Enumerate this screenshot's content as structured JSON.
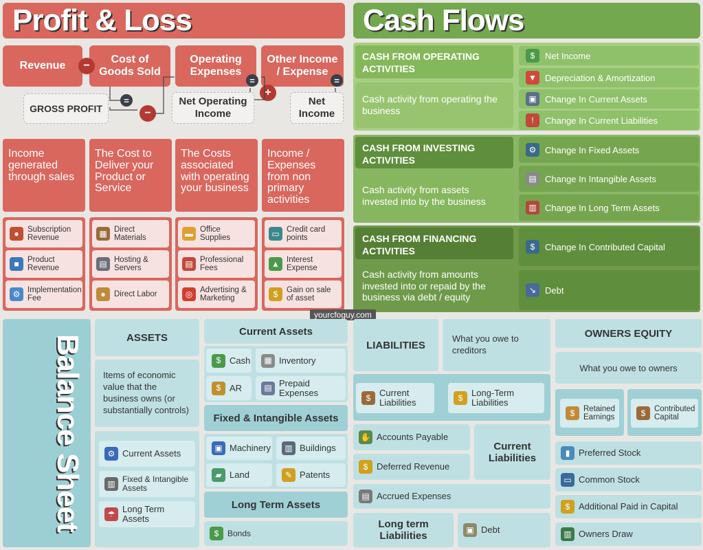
{
  "pl": {
    "title": "Profit & Loss",
    "flow": {
      "revenue": "Revenue",
      "cogs": "Cost of Goods Sold",
      "opex": "Operating Expenses",
      "other": "Other Income / Expense",
      "gross_profit": "GROSS PROFIT",
      "net_operating_income": "Net Operating Income",
      "net_income": "Net Income",
      "minus": "−",
      "plus": "+",
      "equals": "="
    },
    "descriptions": [
      "Income generated through sales",
      "The Cost to Deliver your Product or Service",
      "The Costs associated with operating your business",
      "Income / Expenses from non primary activities"
    ],
    "columns": [
      [
        "Subscription Revenue",
        "Product Revenue",
        "Implementation Fee"
      ],
      [
        "Direct Materials",
        "Hosting & Servers",
        "Direct Labor"
      ],
      [
        "Office Supplies",
        "Professional Fees",
        "Advertising & Marketing"
      ],
      [
        "Credit card points",
        "Interest Expense",
        "Gain on sale of asset"
      ]
    ]
  },
  "cf": {
    "title": "Cash Flows",
    "sections": [
      {
        "header": "CASH FROM OPERATING ACTIVITIES",
        "desc": "Cash activity from operating the business"
      },
      {
        "header": "CASH FROM INVESTING ACTIVITIES",
        "desc": "Cash activity from assets invested into by the business"
      },
      {
        "header": "CASH FROM FINANCING ACTIVITIES",
        "desc": "Cash activity from amounts invested into or repaid by the business via debt / equity"
      }
    ],
    "items": [
      "Net Income",
      "Depreciation & Amortization",
      "Change In Current Assets",
      "Change In Current Liabilities",
      "Change In Fixed Assets",
      "Change In Intangible Assets",
      "Change In Long Term Assets",
      "Change In Contributed Capital",
      "Debt"
    ]
  },
  "watermark": "yourcfoguy.com",
  "bs": {
    "title": "Balance Sheet",
    "assets": {
      "title": "ASSETS",
      "desc": "Items of economic value that the business owns (or substantially controls)",
      "summary": [
        "Current Assets",
        "Fixed & Intangible Assets",
        "Long Term Assets"
      ],
      "current_title": "Current Assets",
      "current": [
        "Cash",
        "Inventory",
        "AR",
        "Prepaid Expenses"
      ],
      "fixed_title": "Fixed & Intangible Assets",
      "fixed": [
        "Machinery",
        "Buildings",
        "Land",
        "Patents"
      ],
      "lt_title": "Long Term Assets",
      "lt": [
        "Bonds"
      ]
    },
    "liabilities": {
      "title": "LIABILITIES",
      "desc": "What you owe to creditors",
      "summary": [
        "Current Liabilities",
        "Long-Term Liabilities"
      ],
      "current_title": "Current Liabilities",
      "current": [
        "Accounts Payable",
        "Deferred Revenue",
        "Accrued Expenses"
      ],
      "lt_title": "Long term Liabilities",
      "lt": [
        "Debt"
      ]
    },
    "equity": {
      "title": "OWNERS EQUITY",
      "desc": "What you owe to owners",
      "summary": [
        "Retained Earnings",
        "Contributed Capital"
      ],
      "items": [
        "Preferred Stock",
        "Common Stock",
        "Additional Paid in Capital",
        "Owners Draw"
      ]
    }
  },
  "colors": {
    "pl_red": "#d9675e",
    "cf_green": "#84b85a",
    "bs_teal": "#bfe0e3"
  }
}
